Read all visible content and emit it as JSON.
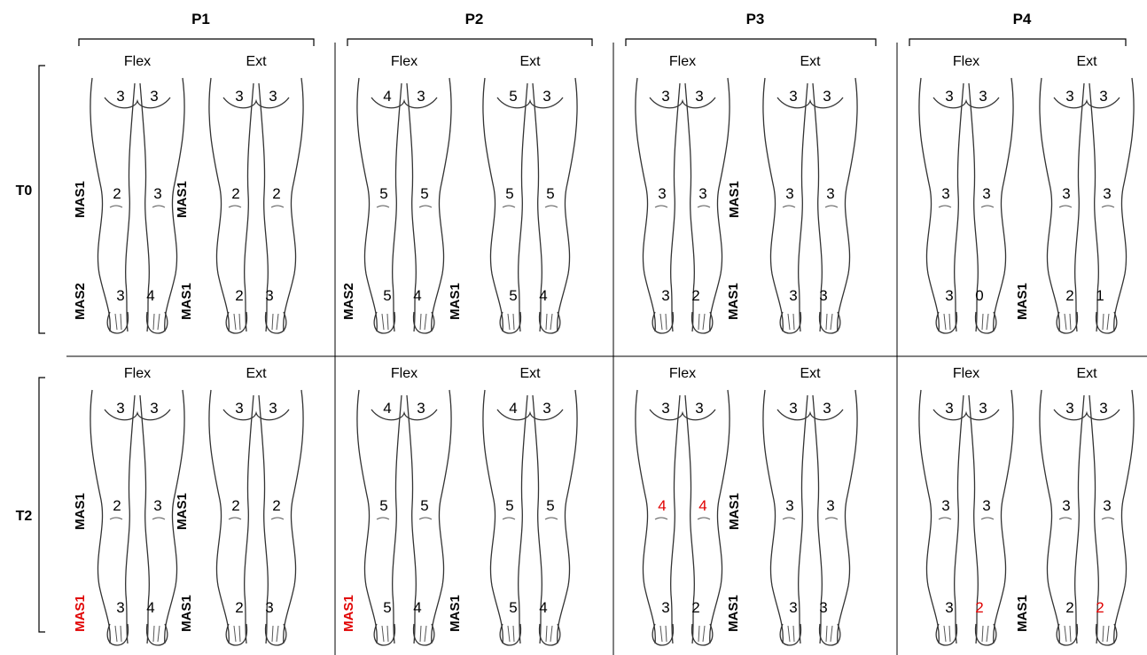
{
  "patients": [
    "P1",
    "P2",
    "P3",
    "P4"
  ],
  "timepoints": [
    "T0",
    "T2"
  ],
  "view_labels": [
    "Flex",
    "Ext"
  ],
  "colors": {
    "changed": "#e00000",
    "default": "#000000"
  },
  "panels": [
    {
      "patient": "P1",
      "time": "T0",
      "flex": {
        "hip": [
          "3",
          "3"
        ],
        "knee": [
          "2",
          "3"
        ],
        "ankle": [
          "3",
          "4"
        ]
      },
      "ext": {
        "hip": [
          "3",
          "3"
        ],
        "knee": [
          "2",
          "2"
        ],
        "ankle": [
          "2",
          "3"
        ]
      },
      "mas": {
        "flex_knee": "MAS1",
        "flex_ankle": "MAS2",
        "mid_knee": "MAS1",
        "mid_ankle": "MAS1",
        "right_ankle": ""
      },
      "red": []
    },
    {
      "patient": "P2",
      "time": "T0",
      "flex": {
        "hip": [
          "4",
          "3"
        ],
        "knee": [
          "5",
          "5"
        ],
        "ankle": [
          "5",
          "4"
        ]
      },
      "ext": {
        "hip": [
          "5",
          "3"
        ],
        "knee": [
          "5",
          "5"
        ],
        "ankle": [
          "5",
          "4"
        ]
      },
      "mas": {
        "flex_knee": "",
        "flex_ankle": "MAS2",
        "mid_knee": "",
        "mid_ankle": "MAS1",
        "right_ankle": ""
      },
      "red": []
    },
    {
      "patient": "P3",
      "time": "T0",
      "flex": {
        "hip": [
          "3",
          "3"
        ],
        "knee": [
          "3",
          "3"
        ],
        "ankle": [
          "3",
          "2"
        ]
      },
      "ext": {
        "hip": [
          "3",
          "3"
        ],
        "knee": [
          "3",
          "3"
        ],
        "ankle": [
          "3",
          "3"
        ]
      },
      "mas": {
        "flex_knee": "",
        "flex_ankle": "",
        "mid_knee": "MAS1",
        "mid_ankle": "MAS1",
        "right_ankle": ""
      },
      "red": []
    },
    {
      "patient": "P4",
      "time": "T0",
      "flex": {
        "hip": [
          "3",
          "3"
        ],
        "knee": [
          "3",
          "3"
        ],
        "ankle": [
          "3",
          "0"
        ]
      },
      "ext": {
        "hip": [
          "3",
          "3"
        ],
        "knee": [
          "3",
          "3"
        ],
        "ankle": [
          "2",
          "1"
        ]
      },
      "mas": {
        "flex_knee": "",
        "flex_ankle": "",
        "mid_knee": "",
        "mid_ankle": "MAS1",
        "right_ankle": ""
      },
      "red": []
    },
    {
      "patient": "P1",
      "time": "T2",
      "flex": {
        "hip": [
          "3",
          "3"
        ],
        "knee": [
          "2",
          "3"
        ],
        "ankle": [
          "3",
          "4"
        ]
      },
      "ext": {
        "hip": [
          "3",
          "3"
        ],
        "knee": [
          "2",
          "2"
        ],
        "ankle": [
          "2",
          "3"
        ]
      },
      "mas": {
        "flex_knee": "MAS1",
        "flex_ankle": "MAS1",
        "mid_knee": "MAS1",
        "mid_ankle": "MAS1",
        "right_ankle": ""
      },
      "red": [
        "mas.flex_ankle"
      ]
    },
    {
      "patient": "P2",
      "time": "T2",
      "flex": {
        "hip": [
          "4",
          "3"
        ],
        "knee": [
          "5",
          "5"
        ],
        "ankle": [
          "5",
          "4"
        ]
      },
      "ext": {
        "hip": [
          "4",
          "3"
        ],
        "knee": [
          "5",
          "5"
        ],
        "ankle": [
          "5",
          "4"
        ]
      },
      "mas": {
        "flex_knee": "",
        "flex_ankle": "MAS1",
        "mid_knee": "",
        "mid_ankle": "MAS1",
        "right_ankle": ""
      },
      "red": [
        "mas.flex_ankle"
      ]
    },
    {
      "patient": "P3",
      "time": "T2",
      "flex": {
        "hip": [
          "3",
          "3"
        ],
        "knee": [
          "4",
          "4"
        ],
        "ankle": [
          "3",
          "2"
        ]
      },
      "ext": {
        "hip": [
          "3",
          "3"
        ],
        "knee": [
          "3",
          "3"
        ],
        "ankle": [
          "3",
          "3"
        ]
      },
      "mas": {
        "flex_knee": "",
        "flex_ankle": "",
        "mid_knee": "MAS1",
        "mid_ankle": "MAS1",
        "right_ankle": ""
      },
      "red": [
        "flex.knee.0",
        "flex.knee.1"
      ]
    },
    {
      "patient": "P4",
      "time": "T2",
      "flex": {
        "hip": [
          "3",
          "3"
        ],
        "knee": [
          "3",
          "3"
        ],
        "ankle": [
          "3",
          "2"
        ]
      },
      "ext": {
        "hip": [
          "3",
          "3"
        ],
        "knee": [
          "3",
          "3"
        ],
        "ankle": [
          "2",
          "2"
        ]
      },
      "mas": {
        "flex_knee": "",
        "flex_ankle": "",
        "mid_knee": "",
        "mid_ankle": "MAS1",
        "right_ankle": ""
      },
      "red": [
        "flex.ankle.1",
        "ext.ankle.1"
      ]
    }
  ]
}
